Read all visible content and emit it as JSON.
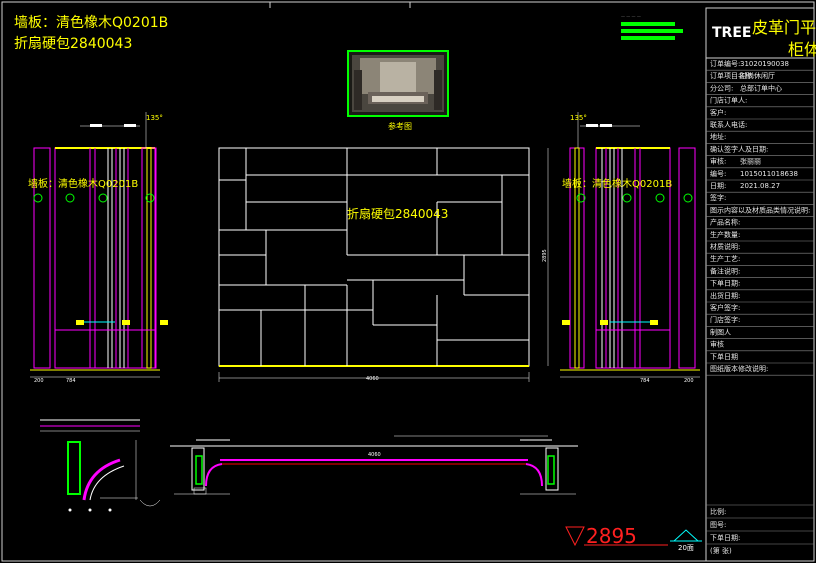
{
  "header": {
    "material_line_1": "墙板：清色橡木Q0201B",
    "material_line_2": "折扇硬包2840043"
  },
  "reference": {
    "caption": "参考图"
  },
  "elevation": {
    "left_label": "墙板：清色橡木Q0201B",
    "right_label": "墙板：清色橡木Q0201B",
    "center_label": "折扇硬包2840043",
    "angle_left": "135°",
    "angle_right": "135°",
    "overall_width": "4060",
    "dim_left_1": "200",
    "dim_left_2": "784",
    "dim_right_1": "784",
    "dim_right_2": "200",
    "height_dim": "2895"
  },
  "plan": {
    "overall_width": "4060"
  },
  "markers": {
    "level": "2895",
    "sheet_ref": "20面"
  },
  "title_block": {
    "logo": "TREE",
    "title_line_1": "皮革门平",
    "title_line_2": "柜体",
    "fields": [
      {
        "label": "订单编号:",
        "value": "31020190038"
      },
      {
        "label": "订单项目名称:",
        "value": "时尚休闲厅"
      },
      {
        "label": "分公司:",
        "value": "总部订单中心"
      },
      {
        "label": "门店订单人:",
        "value": ""
      },
      {
        "label": "客户:",
        "value": ""
      },
      {
        "label": "联系人电话:",
        "value": ""
      },
      {
        "label": "地址:",
        "value": ""
      },
      {
        "label": "确认签字人及日期:",
        "value": ""
      },
      {
        "label": "审核:",
        "value": "张丽丽"
      },
      {
        "label": "编号:",
        "value": "1015011018638"
      },
      {
        "label": "日期:",
        "value": "2021.08.27"
      },
      {
        "label": "签字:",
        "value": ""
      },
      {
        "label": "图示内容以及材质品类情况说明:",
        "value": ""
      },
      {
        "label": "产品名称:",
        "value": ""
      },
      {
        "label": "生产数量:",
        "value": ""
      },
      {
        "label": "材质说明:",
        "value": ""
      },
      {
        "label": "生产工艺:",
        "value": ""
      },
      {
        "label": "备注说明:",
        "value": ""
      },
      {
        "label": "下单日期:",
        "value": ""
      },
      {
        "label": "出货日期:",
        "value": ""
      },
      {
        "label": "客户签字:",
        "value": ""
      },
      {
        "label": "门店签字:",
        "value": ""
      },
      {
        "label": "制图人",
        "value": ""
      },
      {
        "label": "审核",
        "value": ""
      },
      {
        "label": "下单日期",
        "value": ""
      },
      {
        "label": "图纸版本修改说明:",
        "value": ""
      }
    ],
    "bottom_fields": [
      {
        "label": "比例:",
        "value": ""
      },
      {
        "label": "图号:",
        "value": ""
      },
      {
        "label": "下单日期:",
        "value": ""
      },
      {
        "label": "(第 张)",
        "value": ""
      }
    ]
  },
  "colors": {
    "background": "#000000",
    "yellow": "#ffff00",
    "magenta": "#ff00ff",
    "white": "#ffffff",
    "green": "#00ff00",
    "red": "#ff2020",
    "cyan": "#00ffff"
  }
}
